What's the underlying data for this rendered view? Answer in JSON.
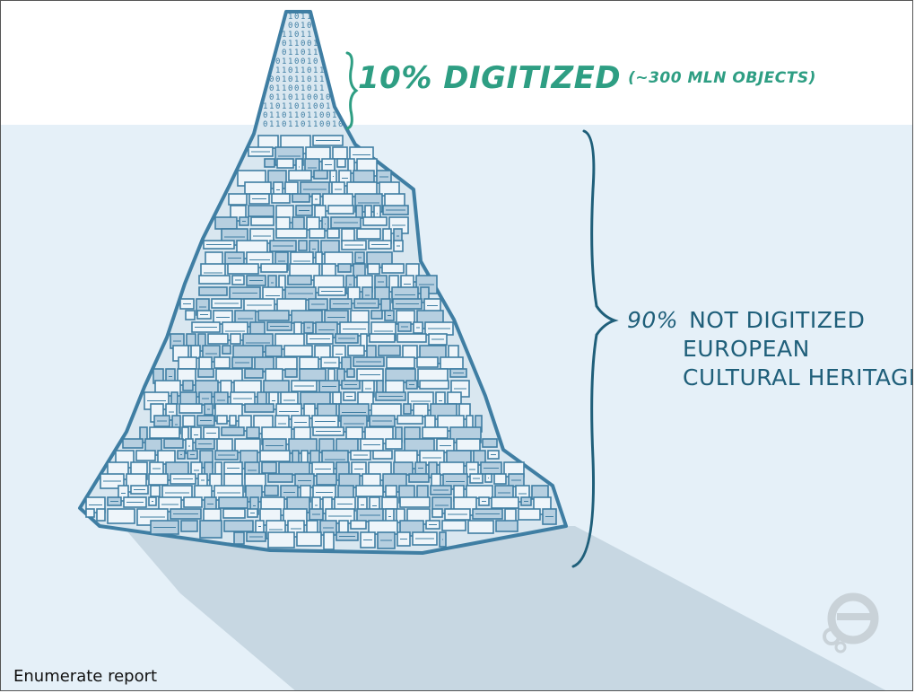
{
  "top_label": {
    "main": "10% DIGITIZED",
    "sub": "(~300 MLN OBJECTS)"
  },
  "side_label": {
    "percent": "90%",
    "line1": "NOT DIGITIZED",
    "line2": "EUROPEAN",
    "line3": "CULTURAL HERITAGE"
  },
  "credit": "Enumerate report",
  "binary_digits": [
    "1",
    "0",
    "1",
    "1",
    "0",
    "0",
    "1",
    "0",
    "1",
    "1",
    "0",
    "1"
  ],
  "colors": {
    "sea": "#e5f0f8",
    "shadow": "#c7d7e2",
    "mountain_fill": "#d9e7f0",
    "outline": "#3f7ea3",
    "accent": "#2e9e83",
    "text": "#1f5f7a",
    "logo": "#c9d2d8"
  },
  "icons": {
    "logo": "enumerate-logo-icon"
  }
}
